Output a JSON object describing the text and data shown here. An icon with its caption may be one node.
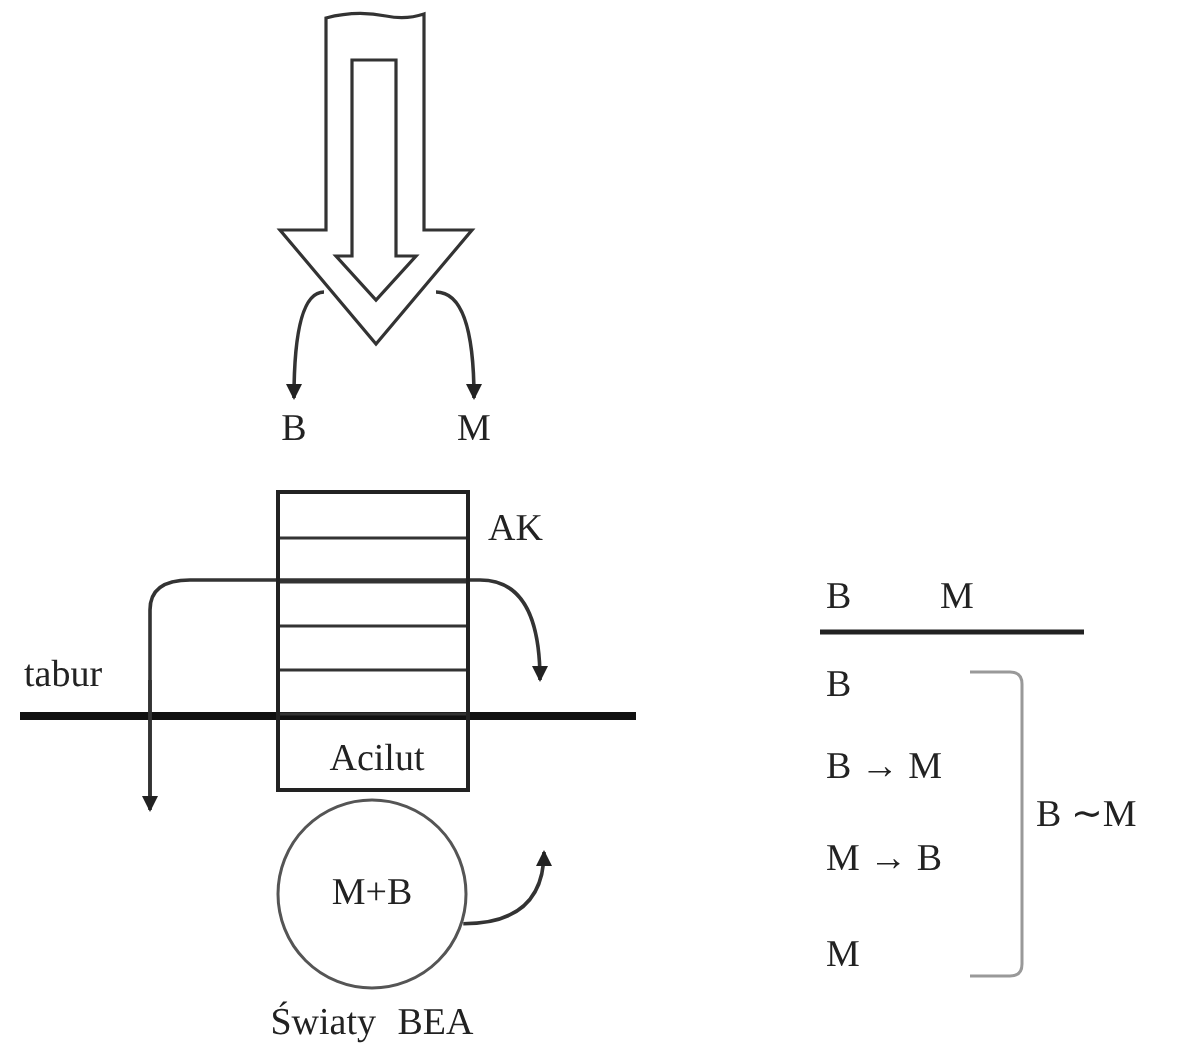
{
  "diagram": {
    "nodes": [
      {
        "text": [],
        "shape": "arrow"
      },
      {
        "text": [
          "B"
        ]
      },
      {
        "text": [
          "M"
        ]
      },
      {
        "text": [
          "AK"
        ]
      },
      {
        "text": [
          "Acilut"
        ],
        "in": 3
      },
      {
        "text": [
          "M+B"
        ],
        "beside": [
          "Światy BEA"
        ]
      }
    ],
    "edges": [
      {
        "from": 0,
        "to": 1,
        "arrow": "to"
      },
      {
        "from": 0,
        "to": 2,
        "arrow": "to"
      },
      {
        "from": 5,
        "to": null,
        "arrow": "to"
      }
    ],
    "labels": [
      "tabur",
      "B",
      "M",
      "B",
      "B → M",
      "M → B",
      "M",
      "B ∼M"
    ]
  }
}
